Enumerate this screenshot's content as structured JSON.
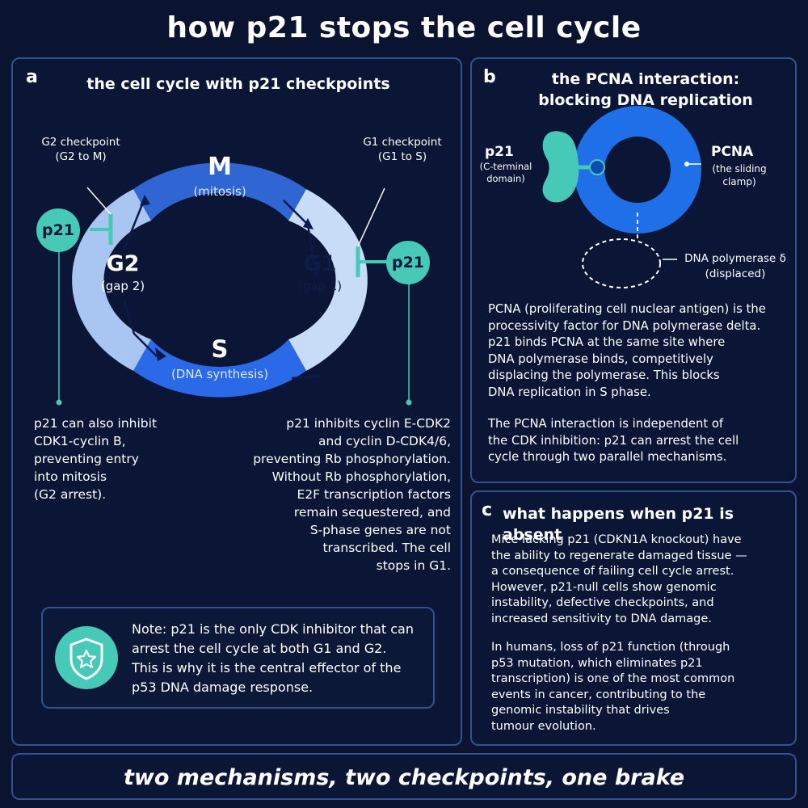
{
  "title": "how p21 stops the cell cycle",
  "panel_a": {
    "letter": "a",
    "title": "the cell cycle with p21 checkpoints",
    "segments": {
      "m": {
        "name": "M",
        "sub": "(mitosis)"
      },
      "g1": {
        "name": "G1",
        "sub": "(gap 1)"
      },
      "s": {
        "name": "S",
        "sub": "(DNA synthesis)"
      },
      "g2": {
        "name": "G2",
        "sub": "(gap 2)"
      }
    },
    "g2_checkpoint": "G2 checkpoint\n(G2 to M)",
    "g1_checkpoint": "G1 checkpoint\n(G1 to S)",
    "p21_left": "p21",
    "p21_right": "p21",
    "left_text": "p21 can also inhibit\nCDK1-cyclin B,\npreventing entry\ninto mitosis\n(G2 arrest).",
    "right_text": "p21 inhibits cyclin E-CDK2\nand cyclin D-CDK4/6,\npreventing Rb phosphorylation.\nWithout Rb phosphorylation,\nE2F transcription factors\nremain sequestered, and\nS-phase genes are not\ntranscribed. The cell\nstops in G1.",
    "note": "Note:  p21 is the only CDK inhibitor that can\narrest the cell cycle at both G1 and G2.\nThis is why it is the central effector of the\np53 DNA damage response."
  },
  "panel_b": {
    "letter": "b",
    "title": "the PCNA interaction:\nblocking DNA replication",
    "p21_label": "p21",
    "p21_sub": "(C-terminal\ndomain)",
    "pcna_label": "PCNA",
    "pcna_sub": "(the sliding\nclamp)",
    "pol_label": "DNA polymerase δ\n(displaced)",
    "para1": "PCNA (proliferating cell nuclear antigen) is the\nprocessivity factor for DNA polymerase delta.\np21 binds PCNA at the same site where\nDNA polymerase binds, competitively\ndisplacing the polymerase. This blocks\nDNA replication in S phase.",
    "para2": "The PCNA interaction is independent of\nthe CDK inhibition: p21 can arrest the cell\ncycle through two parallel mechanisms."
  },
  "panel_c": {
    "letter": "c",
    "title": "what happens when p21 is absent",
    "para1": "Mice lacking p21 (CDKN1A knockout) have\nthe ability to regenerate damaged tissue —\na consequence of failing cell cycle arrest.\nHowever, p21-null cells show genomic\ninstability, defective checkpoints, and\nincreased sensitivity to DNA damage.",
    "para2": "In humans, loss of p21 function (through\np53 mutation, which eliminates p21\ntranscription) is one of the most common\nevents in cancer, contributing to the\ngenomic instability that drives\ntumour evolution."
  },
  "footer": "two mechanisms, two checkpoints, one brake",
  "colors": {
    "background": "#0a1330",
    "panel_border": "#33508f",
    "m_segment": "#2f66d4",
    "g1_segment": "#c9dcf7",
    "s_segment": "#2a6ae8",
    "g2_segment": "#a9c5f1",
    "teal": "#47c9b7",
    "pcna": "#1e6fe8"
  },
  "icons": [
    "shield-star-icon"
  ]
}
